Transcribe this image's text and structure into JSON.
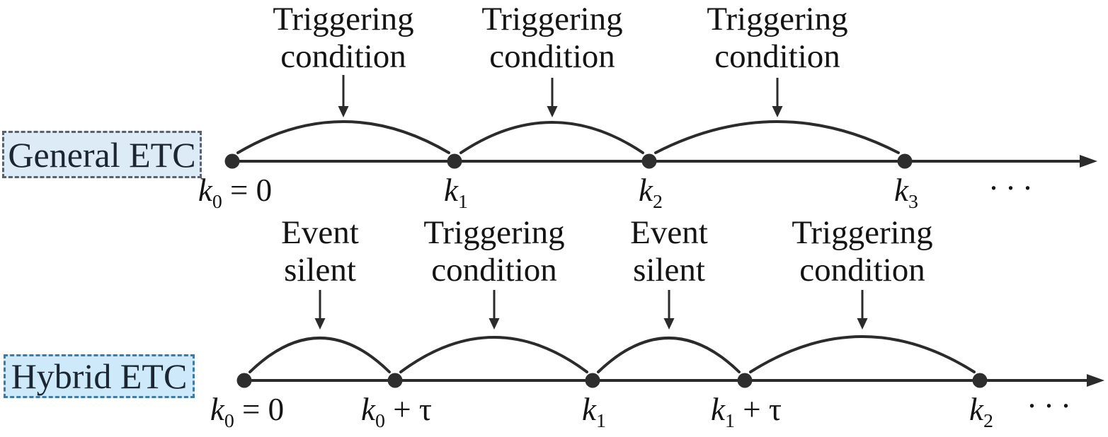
{
  "colors": {
    "ink": "#2b2b2b",
    "text": "#141414",
    "box_text": "#1c2633",
    "box_fill_general": "#dcebf6",
    "box_border_general": "#566270",
    "box_fill_hybrid": "#cde9fa",
    "box_border_hybrid": "#3f7ba8"
  },
  "general": {
    "box_label": "General ETC",
    "segment_labels": [
      {
        "line1": "Triggering",
        "line2": "condition"
      },
      {
        "line1": "Triggering",
        "line2": "condition"
      },
      {
        "line1": "Triggering",
        "line2": "condition"
      }
    ],
    "ticks": [
      {
        "base": "k",
        "sub": "0",
        "suffix": " = 0"
      },
      {
        "base": "k",
        "sub": "1",
        "suffix": ""
      },
      {
        "base": "k",
        "sub": "2",
        "suffix": ""
      },
      {
        "base": "k",
        "sub": "3",
        "suffix": ""
      }
    ],
    "ellipsis": "···"
  },
  "hybrid": {
    "box_label": "Hybrid ETC",
    "segment_labels": [
      {
        "line1": "Event",
        "line2": "silent"
      },
      {
        "line1": "Triggering",
        "line2": "condition"
      },
      {
        "line1": "Event",
        "line2": "silent"
      },
      {
        "line1": "Triggering",
        "line2": "condition"
      }
    ],
    "ticks": [
      {
        "base": "k",
        "sub": "0",
        "suffix": " = 0"
      },
      {
        "base": "k",
        "sub": "0",
        "suffix": " + τ"
      },
      {
        "base": "k",
        "sub": "1",
        "suffix": ""
      },
      {
        "base": "k",
        "sub": "1",
        "suffix": " + τ"
      },
      {
        "base": "k",
        "sub": "2",
        "suffix": ""
      }
    ],
    "ellipsis": "···"
  }
}
